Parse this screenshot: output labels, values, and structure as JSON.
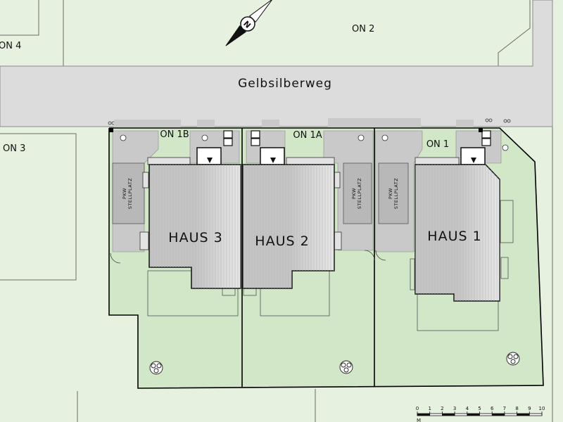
{
  "street": {
    "name": "Gelbsilberweg"
  },
  "neighbor_labels": {
    "on4": "ON 4",
    "on2": "ON 2",
    "on3": "ON 3"
  },
  "lot_labels": {
    "on1b": "ON 1B",
    "on1a": "ON 1A",
    "on1": "ON 1"
  },
  "houses": {
    "haus3": "HAUS 3",
    "haus2": "HAUS 2",
    "haus1": "HAUS 1"
  },
  "parking": {
    "line1": "PKW",
    "line2": "STELLPLATZ"
  },
  "scale_bar": {
    "ticks": [
      "0",
      "1",
      "2",
      "3",
      "4",
      "5",
      "6",
      "7",
      "8",
      "9",
      "10"
    ],
    "unit": "M"
  },
  "compass": {
    "letter": "N",
    "icon": "north-arrow-icon"
  },
  "colors": {
    "background": "#e7f1df",
    "street": "#dcdcdc",
    "garden": "#d1e7c8",
    "paving": "#c8c8c8",
    "roof": "#d6d6d6",
    "outline": "#000000"
  }
}
